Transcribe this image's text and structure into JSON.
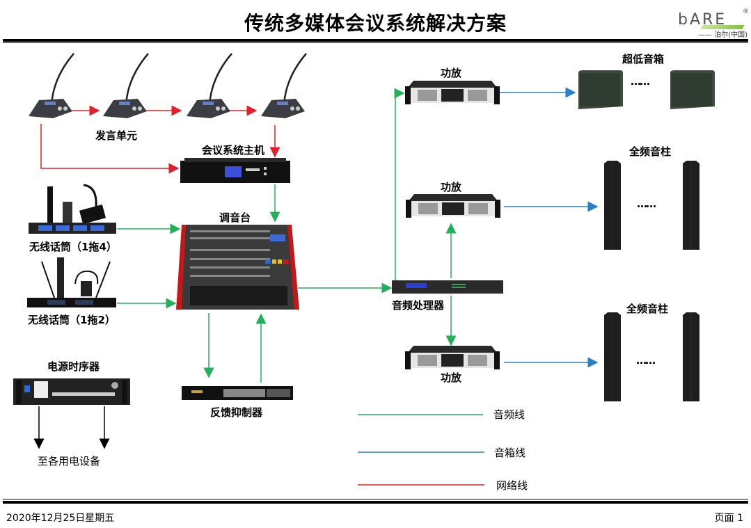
{
  "header": {
    "title": "传统多媒体会议系统解决方案",
    "logo": {
      "word": "bARE",
      "registered": "®",
      "subtitle": "—— 泊尔(中国)"
    }
  },
  "devices": {
    "speech_units": {
      "label": "发言单元",
      "count": 4
    },
    "conference_host": {
      "label": "会议系统主机"
    },
    "mixer": {
      "label": "调音台"
    },
    "wireless_mic_4": {
      "label": "无线话筒（1拖4）"
    },
    "wireless_mic_2": {
      "label": "无线话筒（1拖2）"
    },
    "power_sequencer": {
      "label": "电源时序器"
    },
    "power_sequencer_output": {
      "label": "至各用电设备"
    },
    "feedback_suppressor": {
      "label": "反馈抑制器"
    },
    "audio_processor": {
      "label": "音频处理器"
    },
    "amp_top": {
      "label": "功放"
    },
    "amp_mid": {
      "label": "功放"
    },
    "amp_bottom": {
      "label": "功放"
    },
    "subwoofer": {
      "label": "超低音箱",
      "ellipsis": "……"
    },
    "column_top": {
      "label": "全频音柱",
      "ellipsis": "……"
    },
    "column_bottom": {
      "label": "全频音柱",
      "ellipsis": "……"
    }
  },
  "legend": [
    {
      "label": "音频线",
      "color": "#22b05a"
    },
    {
      "label": "音箱线",
      "color": "#2a7fc9"
    },
    {
      "label": "网络线",
      "color": "#e0202a"
    }
  ],
  "colors": {
    "audio": "#22b05a",
    "speaker": "#2a7fc9",
    "network": "#e0202a",
    "power": "#000000"
  },
  "footer": {
    "date": "2020年12月25日星期五",
    "page": "页面 1"
  }
}
